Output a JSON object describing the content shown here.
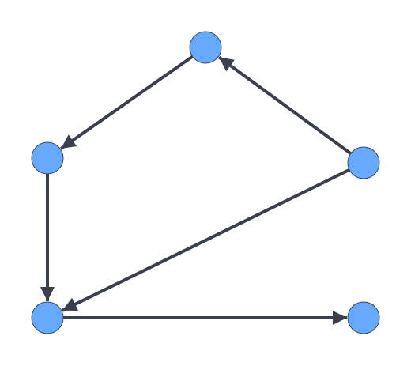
{
  "colors": {
    "node_fill": "#66aaff",
    "node_stroke": "#3a4a5c",
    "edge": "#3a3f4b",
    "background": "#ffffff"
  },
  "nodes": [
    {
      "id": "n1"
    },
    {
      "id": "n2"
    },
    {
      "id": "n3"
    },
    {
      "id": "n4"
    },
    {
      "id": "n5"
    }
  ],
  "edges": [
    {
      "from": "n1",
      "to": "n2"
    },
    {
      "from": "n3",
      "to": "n1"
    },
    {
      "from": "n2",
      "to": "n4"
    },
    {
      "from": "n3",
      "to": "n4"
    },
    {
      "from": "n4",
      "to": "n5"
    }
  ]
}
